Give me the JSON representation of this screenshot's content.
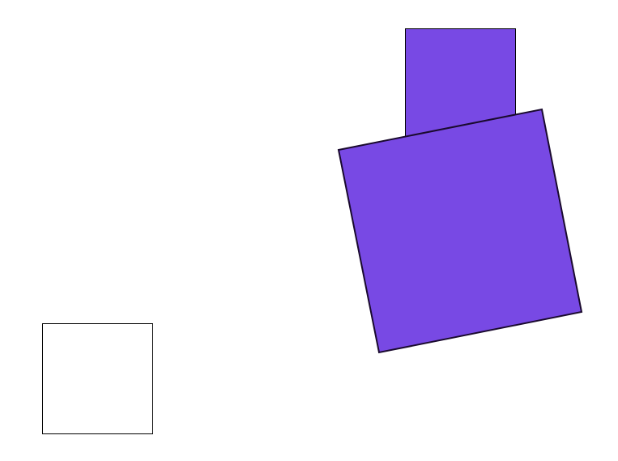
{
  "colors": {
    "background": "#ffffff",
    "fill_purple": "#7849e4",
    "fill_empty": "#ffffff",
    "stroke": "#000000",
    "stroke_dark": "#1a0a2e"
  },
  "shapes": [
    {
      "id": "outline-square",
      "kind": "square",
      "rotation_deg": 0,
      "fill": "#ffffff"
    },
    {
      "id": "purple-square-back",
      "kind": "square",
      "rotation_deg": 0,
      "fill": "#7849e4"
    },
    {
      "id": "purple-square-rotated",
      "kind": "square",
      "rotation_deg": -11.3,
      "fill": "#7849e4"
    }
  ]
}
